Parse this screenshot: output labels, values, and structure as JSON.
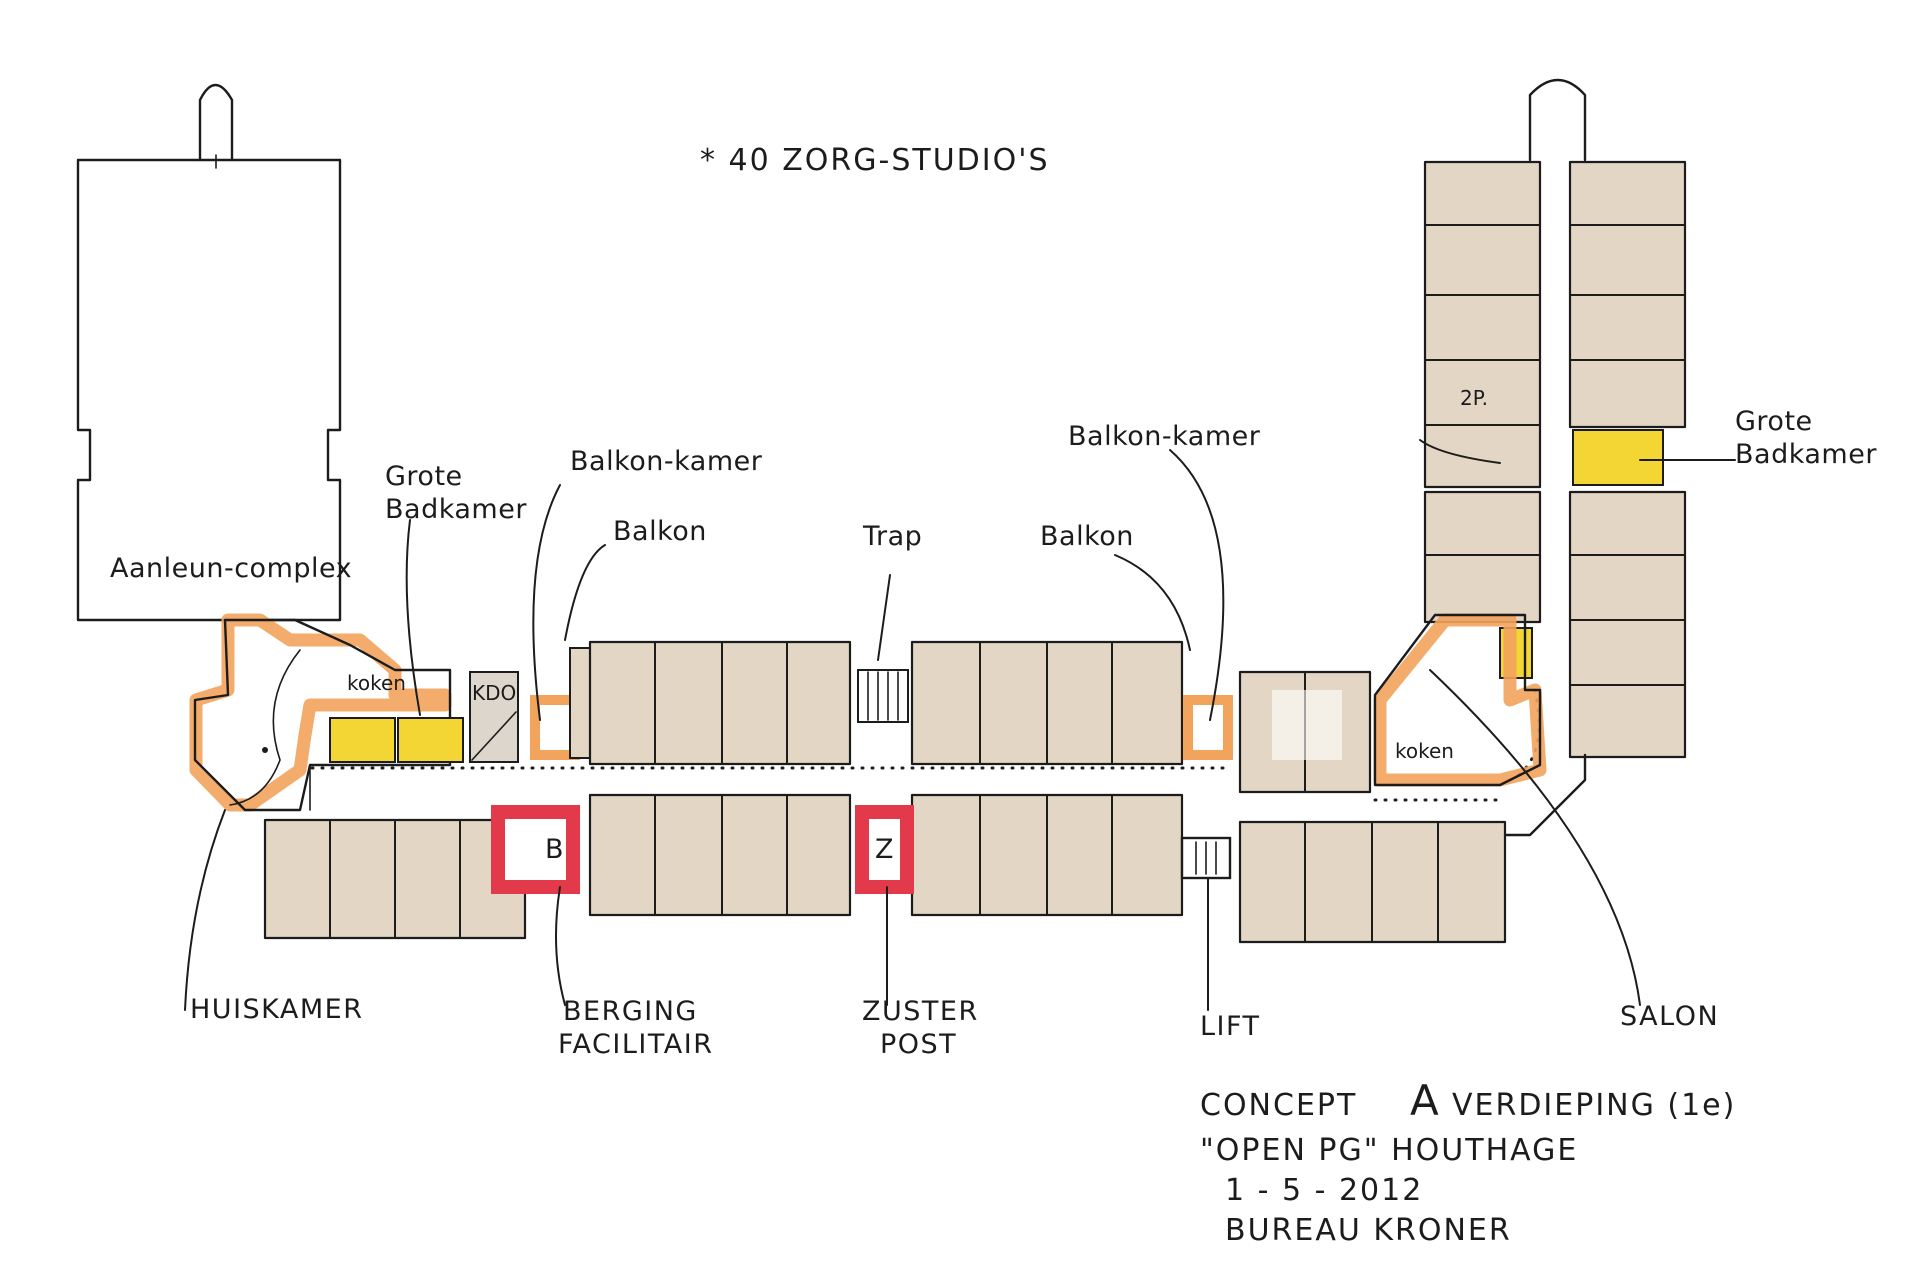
{
  "header": {
    "note": "* 40 ZORG-STUDIO'S"
  },
  "labels": {
    "aanleun": "Aanleun-complex",
    "grote_badkamer_left_1": "Grote",
    "grote_badkamer_left_2": "Badkamer",
    "balkon_kamer_left": "Balkon-kamer",
    "balkon_left": "Balkon",
    "trap": "Trap",
    "balkon_right": "Balkon",
    "balkon_kamer_right": "Balkon-kamer",
    "grote_badkamer_right_1": "Grote",
    "grote_badkamer_right_2": "Badkamer",
    "two_p": "2P.",
    "koken_left": "koken",
    "kdo": "KDO",
    "koken_right": "koken",
    "box_b": "B",
    "box_z": "Z"
  },
  "bottom_labels": {
    "huiskamer": "HUISKAMER",
    "berging_1": "BERGING",
    "berging_2": "FACILITAIR",
    "zuster_1": "ZUSTER",
    "zuster_2": "POST",
    "lift": "LIFT",
    "salon": "SALON"
  },
  "title_block": {
    "line1_a": "CONCEPT",
    "line1_b": "A",
    "line1_c": "VERDIEPING (1e)",
    "line2": "\"OPEN PG\" HOUTHAGE",
    "line3": "1 - 5 - 2012",
    "line4": "BUREAU KRONER"
  },
  "colors": {
    "room_fill": "#e3d6c4",
    "orange": "#f2a35c",
    "yellow": "#f3d634",
    "red": "#e23a4a",
    "ink": "#1c1c1c"
  }
}
